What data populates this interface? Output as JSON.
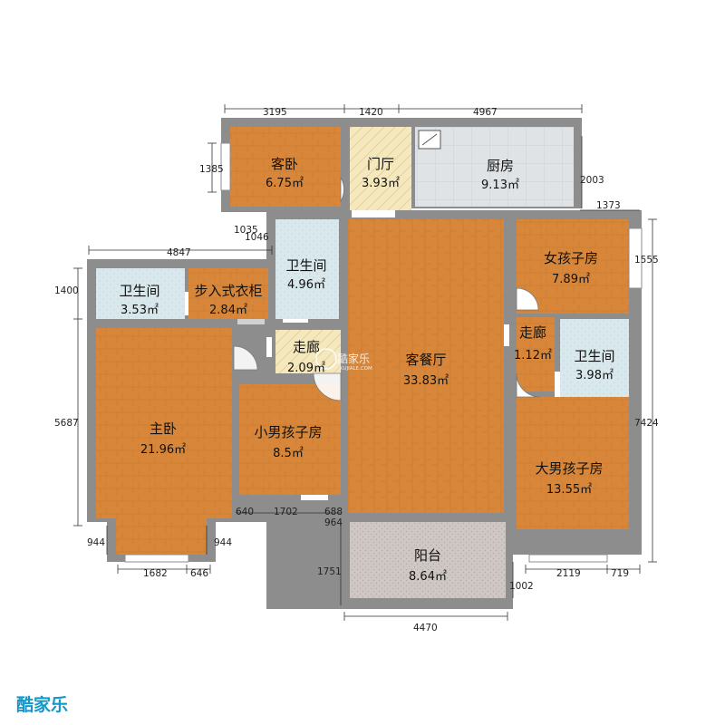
{
  "colors": {
    "wood": "#d8873a",
    "wood_dark": "#c7742a",
    "tile_light": "#dfe3e6",
    "tile_blue": "#d8e8ec",
    "entry_tile": "#f6e8bd",
    "balcony": "#cfc7c3",
    "wall": "#8d8d8d",
    "logo_blue": "#1597c9"
  },
  "rooms": [
    {
      "name": "客卧",
      "area": "6.75㎡"
    },
    {
      "name": "门厅",
      "area": "3.93㎡"
    },
    {
      "name": "厨房",
      "area": "9.13㎡"
    },
    {
      "name": "卫生间",
      "area": "4.96㎡"
    },
    {
      "name": "卫生间",
      "area": "3.53㎡"
    },
    {
      "name": "步入式衣柜",
      "area": "2.84㎡"
    },
    {
      "name": "走廊",
      "area": "2.09㎡"
    },
    {
      "name": "客餐厅",
      "area": "33.83㎡"
    },
    {
      "name": "女孩子房",
      "area": "7.89㎡"
    },
    {
      "name": "走廊",
      "area": "1.12㎡"
    },
    {
      "name": "卫生间",
      "area": "3.98㎡"
    },
    {
      "name": "主卧",
      "area": "21.96㎡"
    },
    {
      "name": "小男孩子房",
      "area": "8.5㎡"
    },
    {
      "name": "大男孩子房",
      "area": "13.55㎡"
    },
    {
      "name": "阳台",
      "area": "8.64㎡"
    }
  ],
  "dimensions": {
    "top": [
      "3195",
      "1420",
      "4967"
    ],
    "left_1385": "1385",
    "d1035": "1035",
    "d1046": "1046",
    "d4847": "4847",
    "d1400": "1400",
    "d5687": "5687",
    "left_944": "944",
    "right_944": "944",
    "bottom_left": [
      "1682",
      "646"
    ],
    "mid_bottom": [
      "640",
      "1702",
      "688",
      "964"
    ],
    "d1751": "1751",
    "d4470": "4470",
    "d2003": "2003",
    "d1373": "1373",
    "d1555": "1555",
    "d7424": "7424",
    "d1002": "1002",
    "right_bottom": [
      "2119",
      "719"
    ]
  },
  "watermark": {
    "brand": "酷家乐",
    "sub": "KUJIALE.COM"
  },
  "logo": {
    "text": "酷家乐"
  }
}
